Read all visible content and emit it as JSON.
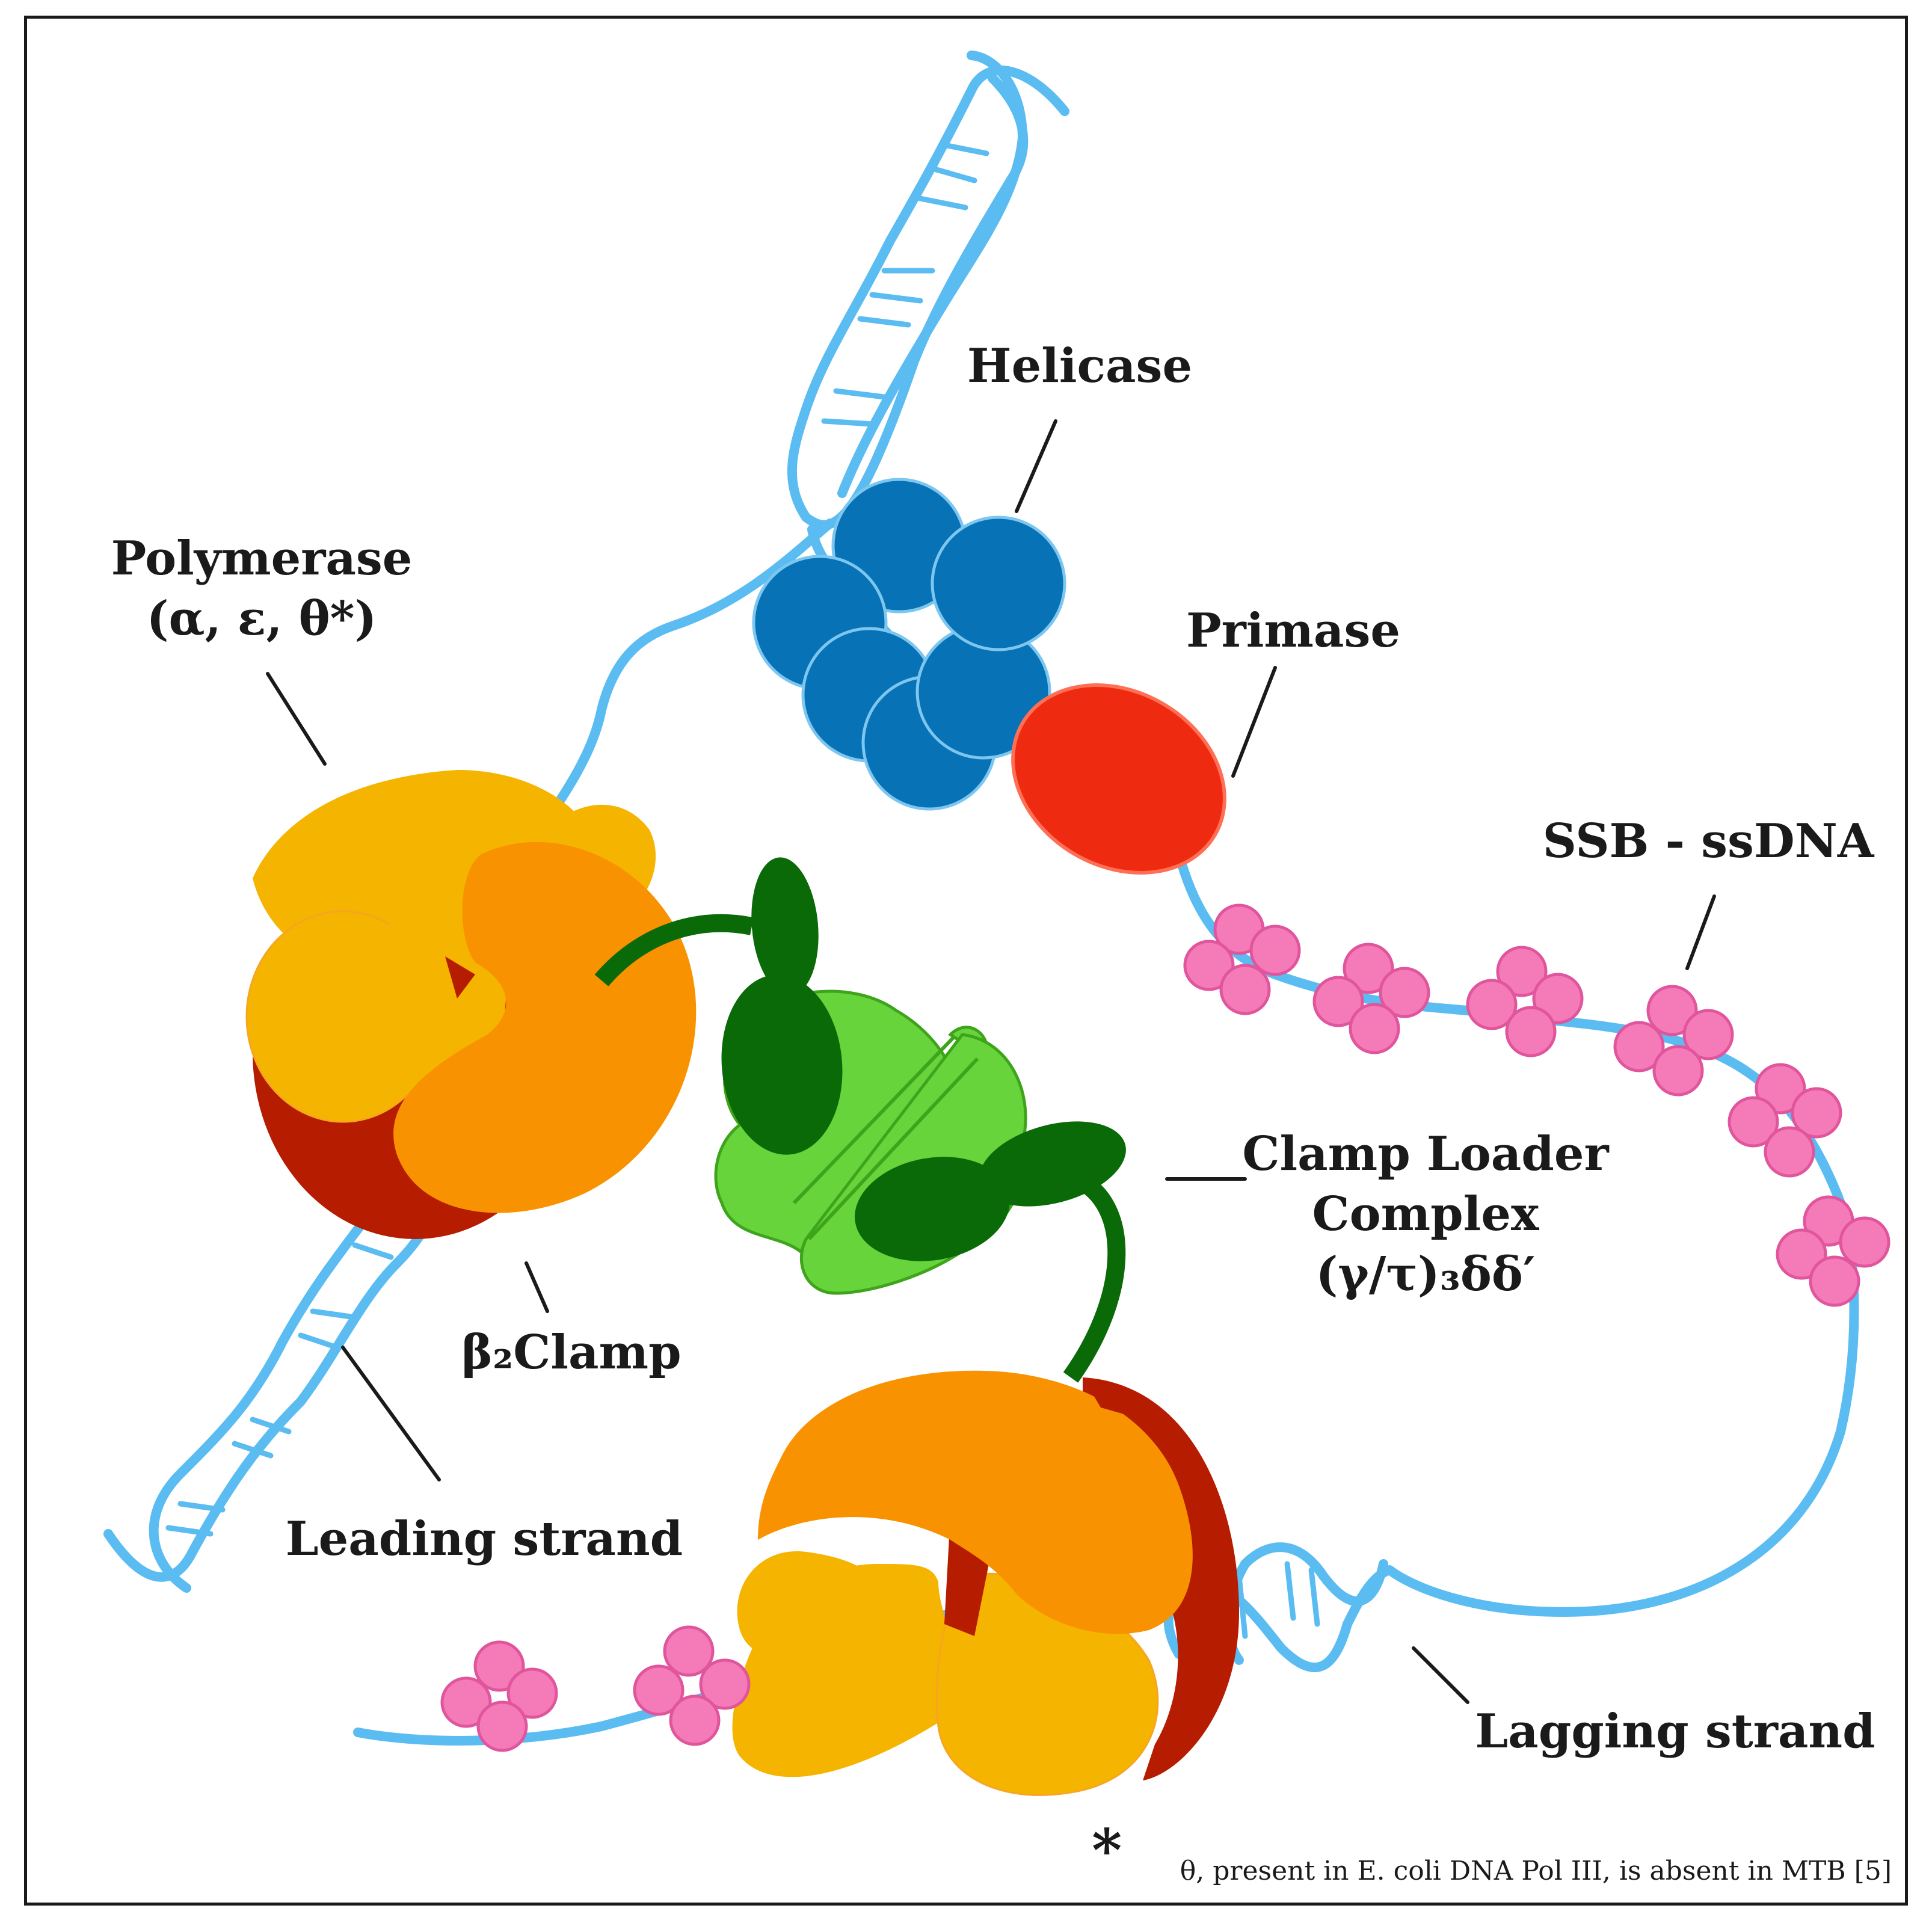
{
  "labels": {
    "helicase": "Helicase",
    "primase": "Primase",
    "polymerase": "Polymerase",
    "polymerase_sub": "(α, ε, θ*)",
    "ssb": "SSB - ssDNA",
    "clamp_loader_1": "Clamp Loader",
    "clamp_loader_2": "Complex",
    "clamp_loader_3": "(γ/τ)₃δδ′",
    "beta_clamp": "β₂Clamp",
    "leading_strand": "Leading strand",
    "lagging_strand": "Lagging strand"
  },
  "footnote": {
    "marker": "*",
    "text": "θ, present in E. coli DNA Pol III, is absent in MTB [5]"
  },
  "colors": {
    "dna": "#5bbcf2",
    "helicase": "#0773b6",
    "primase": "#ee2a10",
    "polymerase_light": "#f5b400",
    "polymerase_orange": "#f99200",
    "beta_clamp": "#b51c00",
    "clamp_loader_light": "#66d43a",
    "clamp_loader_dark": "#0a6a08",
    "ssb": "#f57ab8"
  }
}
